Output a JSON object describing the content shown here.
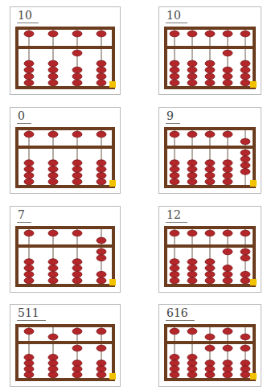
{
  "diagram": {
    "nodes": [
      {
        "text": [
          "10"
        ]
      },
      {
        "text": [
          "10"
        ]
      },
      {
        "text": [
          "0"
        ]
      },
      {
        "text": [
          "9"
        ]
      },
      {
        "text": [
          "7"
        ]
      },
      {
        "text": [
          "12"
        ]
      },
      {
        "text": [
          "511"
        ]
      },
      {
        "text": [
          "616"
        ]
      }
    ]
  }
}
